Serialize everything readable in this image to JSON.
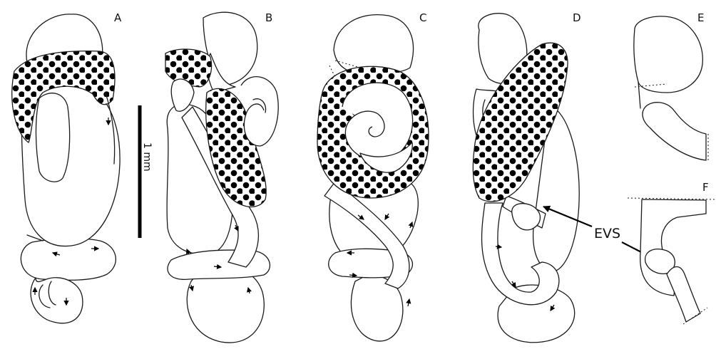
{
  "panels": [
    {
      "id": "A"
    },
    {
      "id": "B"
    },
    {
      "id": "C"
    },
    {
      "id": "D"
    },
    {
      "id": "E"
    },
    {
      "id": "F"
    }
  ],
  "scale_bar": {
    "label": "1 mm"
  },
  "annotation": {
    "label": "EVS"
  },
  "colors": {
    "line": "#1a1a1a",
    "dots": "#000000",
    "background": "#ffffff"
  }
}
